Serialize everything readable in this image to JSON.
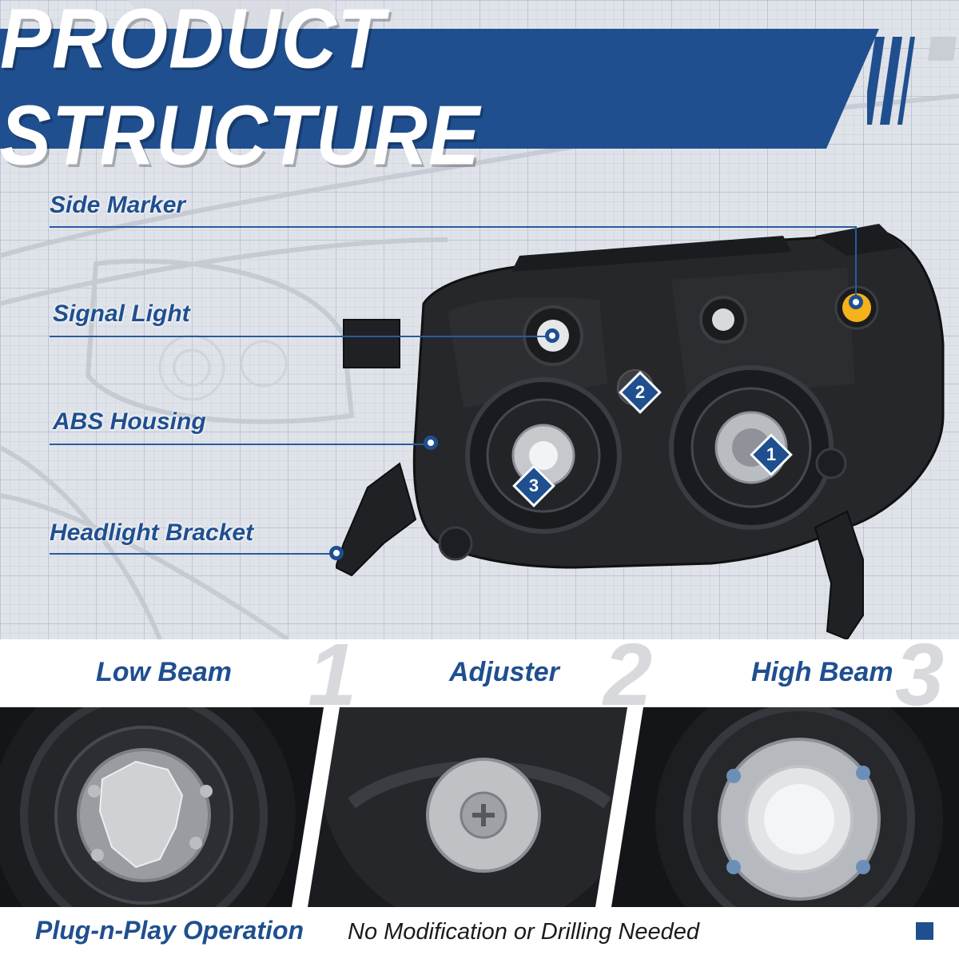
{
  "title": "PRODUCT STRUCTURE",
  "callouts": {
    "side_marker": "Side Marker",
    "signal_light": "Signal Light",
    "abs_housing": "ABS Housing",
    "headlight_bracket": "Headlight Bracket"
  },
  "badges": {
    "one": "1",
    "two": "2",
    "three": "3"
  },
  "features": [
    {
      "label": "Low Beam",
      "number": "1"
    },
    {
      "label": "Adjuster",
      "number": "2"
    },
    {
      "label": "High Beam",
      "number": "3"
    }
  ],
  "footer": {
    "highlight": "Plug-n-Play Operation",
    "text": "No Modification or Drilling Needed"
  },
  "colors": {
    "brand_blue": "#1f4f8f",
    "marker_amber": "#f5b21a",
    "housing_black": "#232427"
  }
}
